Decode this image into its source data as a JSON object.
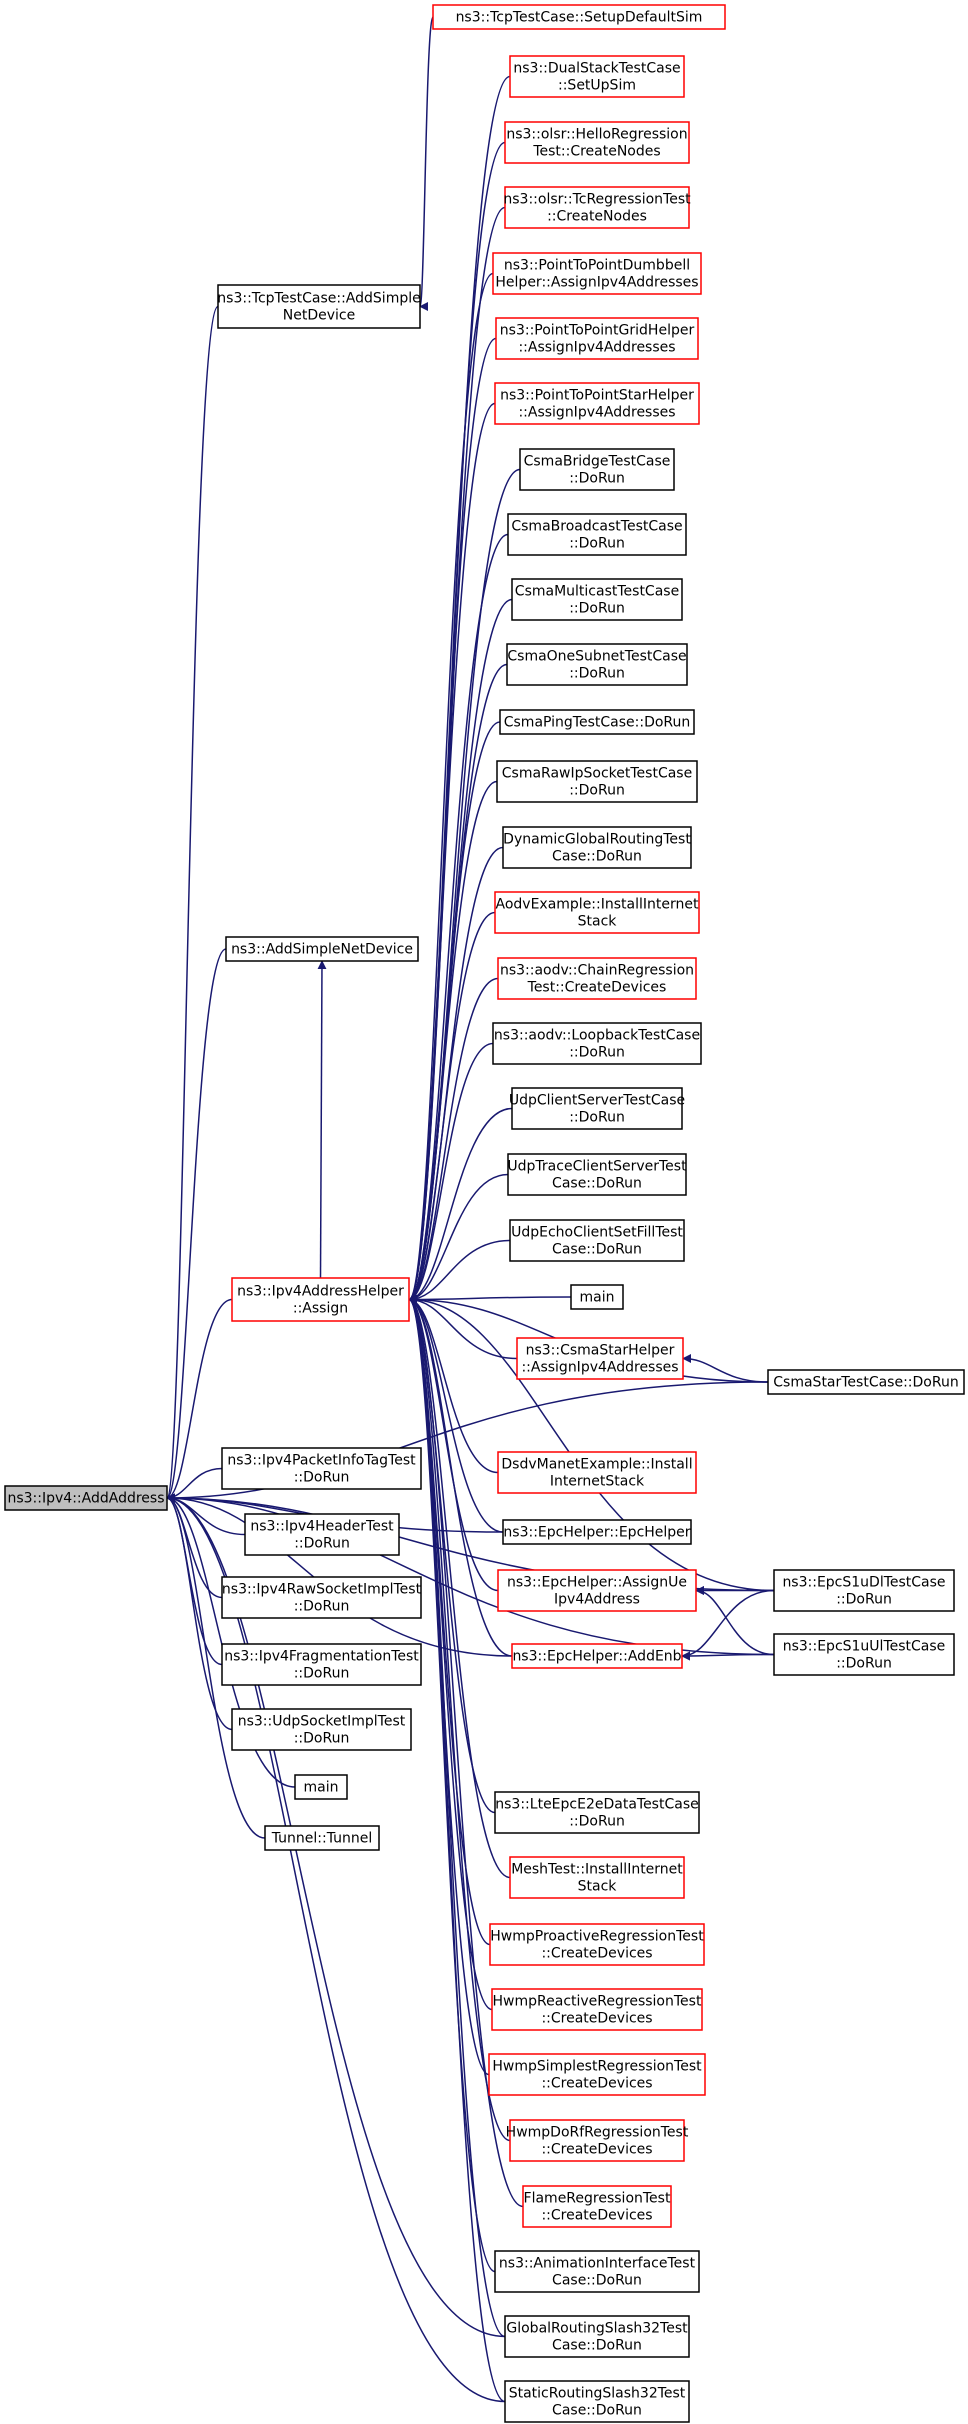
{
  "colors": {
    "edge": "#191970",
    "caller_box": "#ff0000",
    "normal_box": "#000000",
    "root_fill": "#bfbfbf",
    "box_fill": "#ffffff",
    "text": "#000000"
  },
  "nodes": [
    {
      "id": "root",
      "lines": [
        "ns3::Ipv4::AddAddress"
      ],
      "style": "root"
    },
    {
      "id": "tcp_setup",
      "lines": [
        "ns3::TcpTestCase::SetupDefaultSim"
      ],
      "style": "red"
    },
    {
      "id": "tcp_add",
      "lines": [
        "ns3::TcpTestCase::AddSimple",
        "NetDevice"
      ],
      "style": "black"
    },
    {
      "id": "add_simple",
      "lines": [
        "ns3::AddSimpleNetDevice"
      ],
      "style": "black"
    },
    {
      "id": "helper_assign",
      "lines": [
        "ns3::Ipv4AddressHelper",
        "::Assign"
      ],
      "style": "red"
    },
    {
      "id": "pinfo",
      "lines": [
        "ns3::Ipv4PacketInfoTagTest",
        "::DoRun"
      ],
      "style": "black"
    },
    {
      "id": "header",
      "lines": [
        "ns3::Ipv4HeaderTest",
        "::DoRun"
      ],
      "style": "black"
    },
    {
      "id": "rawsock",
      "lines": [
        "ns3::Ipv4RawSocketImplTest",
        "::DoRun"
      ],
      "style": "black"
    },
    {
      "id": "frag",
      "lines": [
        "ns3::Ipv4FragmentationTest",
        "::DoRun"
      ],
      "style": "black"
    },
    {
      "id": "udpsock",
      "lines": [
        "ns3::UdpSocketImplTest",
        "::DoRun"
      ],
      "style": "black"
    },
    {
      "id": "main_left",
      "lines": [
        "main"
      ],
      "style": "black"
    },
    {
      "id": "tunnel",
      "lines": [
        "Tunnel::Tunnel"
      ],
      "style": "black"
    },
    {
      "id": "dualstack",
      "lines": [
        "ns3::DualStackTestCase",
        "::SetUpSim"
      ],
      "style": "red"
    },
    {
      "id": "olsr_hello",
      "lines": [
        "ns3::olsr::HelloRegression",
        "Test::CreateNodes"
      ],
      "style": "red"
    },
    {
      "id": "olsr_tc",
      "lines": [
        "ns3::olsr::TcRegressionTest",
        "::CreateNodes"
      ],
      "style": "red"
    },
    {
      "id": "p2p_dumbbell",
      "lines": [
        "ns3::PointToPointDumbbell",
        "Helper::AssignIpv4Addresses"
      ],
      "style": "red"
    },
    {
      "id": "p2p_grid",
      "lines": [
        "ns3::PointToPointGridHelper",
        "::AssignIpv4Addresses"
      ],
      "style": "red"
    },
    {
      "id": "p2p_star",
      "lines": [
        "ns3::PointToPointStarHelper",
        "::AssignIpv4Addresses"
      ],
      "style": "red"
    },
    {
      "id": "csma_bridge",
      "lines": [
        "CsmaBridgeTestCase",
        "::DoRun"
      ],
      "style": "black"
    },
    {
      "id": "csma_bcast",
      "lines": [
        "CsmaBroadcastTestCase",
        "::DoRun"
      ],
      "style": "black"
    },
    {
      "id": "csma_mcast",
      "lines": [
        "CsmaMulticastTestCase",
        "::DoRun"
      ],
      "style": "black"
    },
    {
      "id": "csma_one",
      "lines": [
        "CsmaOneSubnetTestCase",
        "::DoRun"
      ],
      "style": "black"
    },
    {
      "id": "csma_ping",
      "lines": [
        "CsmaPingTestCase::DoRun"
      ],
      "style": "black"
    },
    {
      "id": "csma_raw",
      "lines": [
        "CsmaRawIpSocketTestCase",
        "::DoRun"
      ],
      "style": "black"
    },
    {
      "id": "dyn_global",
      "lines": [
        "DynamicGlobalRoutingTest",
        "Case::DoRun"
      ],
      "style": "black"
    },
    {
      "id": "aodv_example",
      "lines": [
        "AodvExample::InstallInternet",
        "Stack"
      ],
      "style": "red"
    },
    {
      "id": "aodv_chain",
      "lines": [
        "ns3::aodv::ChainRegression",
        "Test::CreateDevices"
      ],
      "style": "red"
    },
    {
      "id": "aodv_loop",
      "lines": [
        "ns3::aodv::LoopbackTestCase",
        "::DoRun"
      ],
      "style": "black"
    },
    {
      "id": "udp_cs",
      "lines": [
        "UdpClientServerTestCase",
        "::DoRun"
      ],
      "style": "black"
    },
    {
      "id": "udp_trace",
      "lines": [
        "UdpTraceClientServerTest",
        "Case::DoRun"
      ],
      "style": "black"
    },
    {
      "id": "udp_echo",
      "lines": [
        "UdpEchoClientSetFillTest",
        "Case::DoRun"
      ],
      "style": "black"
    },
    {
      "id": "main_right",
      "lines": [
        "main"
      ],
      "style": "black"
    },
    {
      "id": "csma_star",
      "lines": [
        "ns3::CsmaStarHelper",
        "::AssignIpv4Addresses"
      ],
      "style": "red"
    },
    {
      "id": "csma_star_test",
      "lines": [
        "CsmaStarTestCase::DoRun"
      ],
      "style": "black"
    },
    {
      "id": "dsdv",
      "lines": [
        "DsdvManetExample::Install",
        "InternetStack"
      ],
      "style": "red"
    },
    {
      "id": "epc_helper",
      "lines": [
        "ns3::EpcHelper::EpcHelper"
      ],
      "style": "black"
    },
    {
      "id": "epc_assign",
      "lines": [
        "ns3::EpcHelper::AssignUe",
        "Ipv4Address"
      ],
      "style": "red"
    },
    {
      "id": "epc_add_enb",
      "lines": [
        "ns3::EpcHelper::AddEnb"
      ],
      "style": "red"
    },
    {
      "id": "epc_dl",
      "lines": [
        "ns3::EpcS1uDlTestCase",
        "::DoRun"
      ],
      "style": "black"
    },
    {
      "id": "epc_ul",
      "lines": [
        "ns3::EpcS1uUlTestCase",
        "::DoRun"
      ],
      "style": "black"
    },
    {
      "id": "lte_e2e",
      "lines": [
        "ns3::LteEpcE2eDataTestCase",
        "::DoRun"
      ],
      "style": "black"
    },
    {
      "id": "mesh",
      "lines": [
        "MeshTest::InstallInternet",
        "Stack"
      ],
      "style": "red"
    },
    {
      "id": "hwmp_pro",
      "lines": [
        "HwmpProactiveRegressionTest",
        "::CreateDevices"
      ],
      "style": "red"
    },
    {
      "id": "hwmp_rea",
      "lines": [
        "HwmpReactiveRegressionTest",
        "::CreateDevices"
      ],
      "style": "red"
    },
    {
      "id": "hwmp_sim",
      "lines": [
        "HwmpSimplestRegressionTest",
        "::CreateDevices"
      ],
      "style": "red"
    },
    {
      "id": "hwmp_dorf",
      "lines": [
        "HwmpDoRfRegressionTest",
        "::CreateDevices"
      ],
      "style": "red"
    },
    {
      "id": "flame",
      "lines": [
        "FlameRegressionTest",
        "::CreateDevices"
      ],
      "style": "red"
    },
    {
      "id": "anim",
      "lines": [
        "ns3::AnimationInterfaceTest",
        "Case::DoRun"
      ],
      "style": "black"
    },
    {
      "id": "global32",
      "lines": [
        "GlobalRoutingSlash32Test",
        "Case::DoRun"
      ],
      "style": "black"
    },
    {
      "id": "static32",
      "lines": [
        "StaticRoutingSlash32Test",
        "Case::DoRun"
      ],
      "style": "black"
    }
  ],
  "edges": [
    [
      "tcp_add",
      "root"
    ],
    [
      "add_simple",
      "root"
    ],
    [
      "helper_assign",
      "root"
    ],
    [
      "pinfo",
      "root"
    ],
    [
      "header",
      "root"
    ],
    [
      "rawsock",
      "root"
    ],
    [
      "frag",
      "root"
    ],
    [
      "udpsock",
      "root"
    ],
    [
      "main_left",
      "root"
    ],
    [
      "tunnel",
      "root"
    ],
    [
      "epc_helper",
      "root"
    ],
    [
      "epc_add_enb",
      "root"
    ],
    [
      "epc_dl",
      "root"
    ],
    [
      "epc_ul",
      "root"
    ],
    [
      "csma_star_test",
      "root"
    ],
    [
      "global32",
      "root"
    ],
    [
      "static32",
      "root"
    ],
    [
      "tcp_setup",
      "tcp_add"
    ],
    [
      "helper_assign",
      "add_simple"
    ],
    [
      "dualstack",
      "helper_assign"
    ],
    [
      "olsr_hello",
      "helper_assign"
    ],
    [
      "olsr_tc",
      "helper_assign"
    ],
    [
      "p2p_dumbbell",
      "helper_assign"
    ],
    [
      "p2p_grid",
      "helper_assign"
    ],
    [
      "p2p_star",
      "helper_assign"
    ],
    [
      "csma_bridge",
      "helper_assign"
    ],
    [
      "csma_bcast",
      "helper_assign"
    ],
    [
      "csma_mcast",
      "helper_assign"
    ],
    [
      "csma_one",
      "helper_assign"
    ],
    [
      "csma_ping",
      "helper_assign"
    ],
    [
      "csma_raw",
      "helper_assign"
    ],
    [
      "dyn_global",
      "helper_assign"
    ],
    [
      "aodv_example",
      "helper_assign"
    ],
    [
      "aodv_chain",
      "helper_assign"
    ],
    [
      "aodv_loop",
      "helper_assign"
    ],
    [
      "udp_cs",
      "helper_assign"
    ],
    [
      "udp_trace",
      "helper_assign"
    ],
    [
      "udp_echo",
      "helper_assign"
    ],
    [
      "main_right",
      "helper_assign"
    ],
    [
      "csma_star",
      "helper_assign"
    ],
    [
      "csma_star_test",
      "helper_assign"
    ],
    [
      "dsdv",
      "helper_assign"
    ],
    [
      "epc_helper",
      "helper_assign"
    ],
    [
      "epc_assign",
      "helper_assign"
    ],
    [
      "epc_add_enb",
      "helper_assign"
    ],
    [
      "epc_dl",
      "helper_assign"
    ],
    [
      "lte_e2e",
      "helper_assign"
    ],
    [
      "mesh",
      "helper_assign"
    ],
    [
      "hwmp_pro",
      "helper_assign"
    ],
    [
      "hwmp_rea",
      "helper_assign"
    ],
    [
      "hwmp_sim",
      "helper_assign"
    ],
    [
      "hwmp_dorf",
      "helper_assign"
    ],
    [
      "flame",
      "helper_assign"
    ],
    [
      "anim",
      "helper_assign"
    ],
    [
      "global32",
      "helper_assign"
    ],
    [
      "static32",
      "helper_assign"
    ],
    [
      "csma_star_test",
      "csma_star"
    ],
    [
      "epc_dl",
      "epc_assign"
    ],
    [
      "epc_ul",
      "epc_assign"
    ],
    [
      "epc_dl",
      "epc_add_enb"
    ],
    [
      "epc_ul",
      "epc_add_enb"
    ]
  ]
}
